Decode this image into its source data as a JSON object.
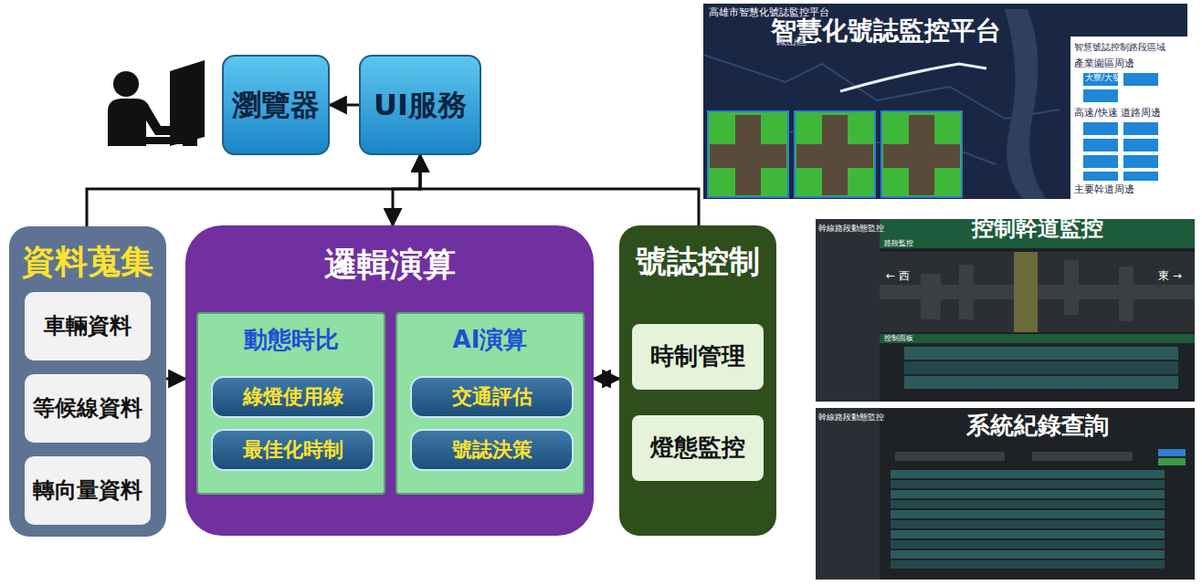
{
  "diagram": {
    "nodes": [
      {
        "text": [
          "瀏覽器"
        ]
      },
      {
        "text": [
          "UI服務"
        ]
      },
      {
        "text": [
          "資料蒐集"
        ]
      },
      {
        "text": [
          "車輛資料"
        ],
        "in": 2
      },
      {
        "text": [
          "等候線資料"
        ],
        "in": 2
      },
      {
        "text": [
          "轉向量資料"
        ],
        "in": 2
      },
      {
        "text": [
          "邏輯演算"
        ]
      },
      {
        "text": [
          "動態時比"
        ],
        "in": 6
      },
      {
        "text": [
          "綠燈使用綠"
        ],
        "in": 7
      },
      {
        "text": [
          "最佳化時制"
        ],
        "in": 7
      },
      {
        "text": [
          "AI演算"
        ],
        "in": 6
      },
      {
        "text": [
          "交通評估"
        ],
        "in": 10
      },
      {
        "text": [
          "號誌決策"
        ],
        "in": 10
      },
      {
        "text": [
          "號誌控制"
        ]
      },
      {
        "text": [
          "時制管理"
        ],
        "in": 13
      },
      {
        "text": [
          "燈態監控"
        ],
        "in": 13
      },
      {
        "text": [
          "智慧化號誌監控平台"
        ]
      },
      {
        "text": [
          "控制幹道監控"
        ]
      },
      {
        "text": [
          "系統紀錄查詢"
        ]
      }
    ],
    "edges": [
      {
        "from": 1,
        "to": 0,
        "arrow": "to"
      },
      {
        "from": 2,
        "to": 1,
        "arrow": "to"
      },
      {
        "from": 13,
        "to": 1,
        "arrow": "to"
      },
      {
        "from": 1,
        "to": 6,
        "arrow": "both"
      },
      {
        "from": 2,
        "to": 6,
        "arrow": "to"
      },
      {
        "from": 6,
        "to": 13,
        "arrow": "both"
      }
    ],
    "labels": [
      "高雄市智慧化號誌監控平台",
      "智慧號誌控制路段區域",
      "產業園區周邊",
      "大寮/大發",
      "高速/快速 道路周邊",
      "主要幹道周邊",
      "鳳山區",
      "幹線路段動態監控",
      "路段監控",
      "← 西",
      "東 →",
      "控制面板",
      "幹線路段動態監控"
    ]
  }
}
